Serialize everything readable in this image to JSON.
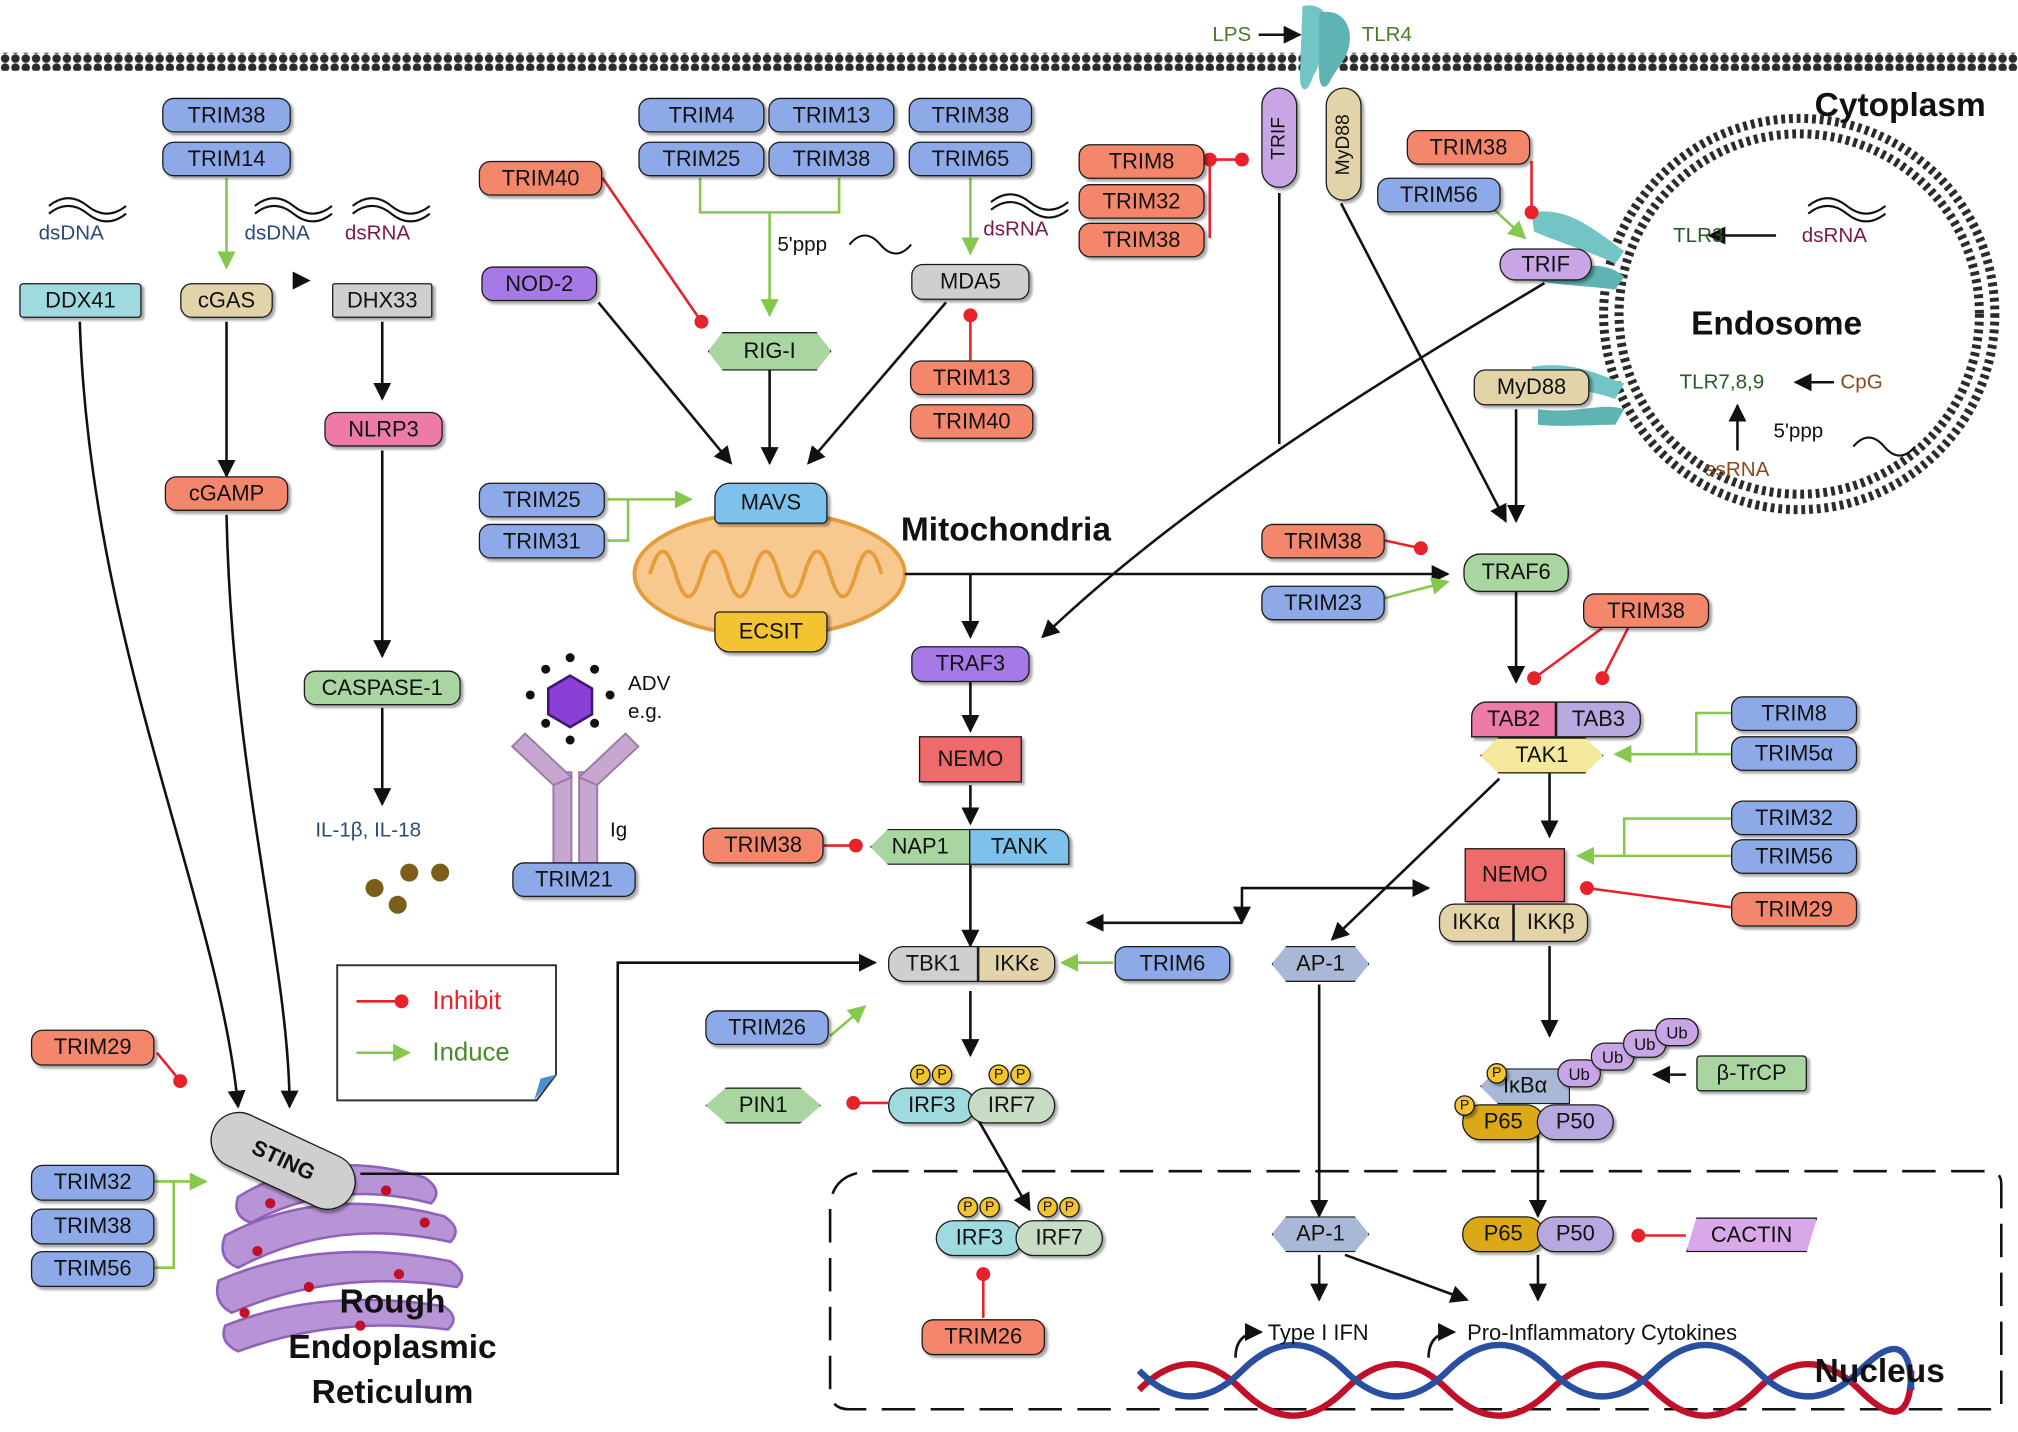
{
  "compartments": {
    "cytoplasm": "Cytoplasm",
    "endosome": "Endosome",
    "mitochondria": "Mitochondria",
    "nucleus": "Nucleus",
    "er": [
      "Rough",
      "Endoplasmic",
      "Reticulum"
    ]
  },
  "ligands": {
    "lps": "LPS",
    "tlr4": "TLR4",
    "dsdna_1": "dsDNA",
    "dsdna_2": "dsDNA",
    "dsrna_1": "dsRNA",
    "dsrna_2": "dsRNA",
    "dsrna_endo": "dsRNA",
    "ppp_rig": "5'ppp",
    "ppp_endo": "5'ppp",
    "cpg": "CpG",
    "ssrna": "ssRNA",
    "tlr3": "TLR3",
    "tlr789": "TLR7,8,9",
    "adv": "ADV",
    "eg": "e.g.",
    "ig": "Ig",
    "il": "IL-1β, IL-18"
  },
  "nodes": {
    "trim38_a": "TRIM38",
    "trim14": "TRIM14",
    "ddx41": "DDX41",
    "cgas": "cGAS",
    "dhx33": "DHX33",
    "cgamp": "cGAMP",
    "nlrp3": "NLRP3",
    "caspase1": "CASPASE-1",
    "trim4": "TRIM4",
    "trim13_a": "TRIM13",
    "trim25_a": "TRIM25",
    "trim38_b": "TRIM38",
    "trim38_c": "TRIM38",
    "trim65": "TRIM65",
    "trim40_a": "TRIM40",
    "nod2": "NOD-2",
    "rigi": "RIG-I",
    "mda5": "MDA5",
    "trim13_b": "TRIM13",
    "trim40_b": "TRIM40",
    "trim8_a": "TRIM8",
    "trim32_a": "TRIM32",
    "trim38_d": "TRIM38",
    "trif_1": "TRIF",
    "myd88_1": "MyD88",
    "trim38_e": "TRIM38",
    "trim56_a": "TRIM56",
    "trif_2": "TRIF",
    "myd88_2": "MyD88",
    "trim25_b": "TRIM25",
    "trim31": "TRIM31",
    "mavs": "MAVS",
    "ecsit": "ECSIT",
    "traf3": "TRAF3",
    "nemo_1": "NEMO",
    "trim38_f": "TRIM38",
    "nap1": "NAP1",
    "tank": "TANK",
    "trim21": "TRIM21",
    "tbk1": "TBK1",
    "ikke": "IKKε",
    "trim6": "TRIM6",
    "trim26_a": "TRIM26",
    "pin1": "PIN1",
    "irf3_a": "IRF3",
    "irf7_a": "IRF7",
    "irf3_b": "IRF3",
    "irf7_b": "IRF7",
    "trim26_b": "TRIM26",
    "trim38_g": "TRIM38",
    "trim23": "TRIM23",
    "traf6": "TRAF6",
    "trim38_h": "TRIM38",
    "tab2": "TAB2",
    "tab3": "TAB3",
    "tak1": "TAK1",
    "trim8_b": "TRIM8",
    "trim5a": "TRIM5α",
    "trim32_b": "TRIM32",
    "trim56_b": "TRIM56",
    "nemo_2": "NEMO",
    "ikka": "IKKα",
    "ikkb": "IKKβ",
    "trim29_a": "TRIM29",
    "ap1_a": "AP-1",
    "ap1_b": "AP-1",
    "ikba": "IκBα",
    "btrcp": "β-TrCP",
    "p65_a": "P65",
    "p50_a": "P50",
    "p65_b": "P65",
    "p50_b": "P50",
    "cactin": "CACTIN",
    "trim29_b": "TRIM29",
    "sting": "STING",
    "trim32_c": "TRIM32",
    "trim38_i": "TRIM38",
    "trim56_c": "TRIM56",
    "type1ifn": "Type I IFN",
    "proinfl": "Pro-Inflammatory Cytokines",
    "p": "P",
    "ub": "Ub"
  },
  "legend": {
    "inhibit": "Inhibit",
    "induce": "Induce"
  },
  "colors": {
    "inhibit": "#e8222a",
    "induce": "#86c84e",
    "blue": "#8ea9e8",
    "red": "#f4866c",
    "membrane": "#444444",
    "tlr": "#73c4c4"
  }
}
